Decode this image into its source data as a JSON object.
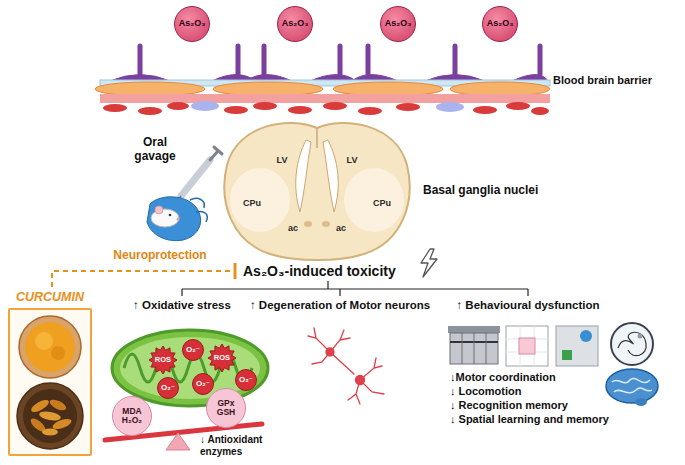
{
  "diagram": {
    "nodes": [
      {
        "text": [
          "As₂O₃"
        ]
      },
      {
        "text": [
          "As₂O₃"
        ]
      },
      {
        "text": [
          "As₂O₃"
        ]
      },
      {
        "text": [
          "As₂O₃"
        ]
      },
      {
        "text": [
          "ROS"
        ]
      },
      {
        "text": [
          "O₂⁻"
        ]
      },
      {
        "text": [
          "ROS"
        ]
      },
      {
        "text": [
          "O₂⁻"
        ]
      },
      {
        "text": [
          "O₂⁻"
        ]
      },
      {
        "text": [
          "O₂⁻"
        ]
      },
      {
        "text": [
          "MDA H₂O₂"
        ]
      },
      {
        "text": [
          "GPx GSH"
        ]
      },
      {
        "text": [
          "CURCUMIN"
        ]
      }
    ],
    "labels": [
      "Blood brain barrier",
      "Oral gavage",
      "Basal ganglia nuclei",
      "LV",
      "LV",
      "CPu",
      "CPu",
      "ac",
      "ac",
      "Neuroprotection",
      "As₂O₃-induced toxicity",
      "↑ Oxidative stress",
      "↑ Degeneration of Motor neurons",
      "↑ Behavioural dysfunction",
      "↓ Antioxidant enzymes",
      "↓Motor coordination",
      "↓ Locomotion",
      "↓ Recognition memory",
      "↓ Spatial learning and memory"
    ]
  }
}
